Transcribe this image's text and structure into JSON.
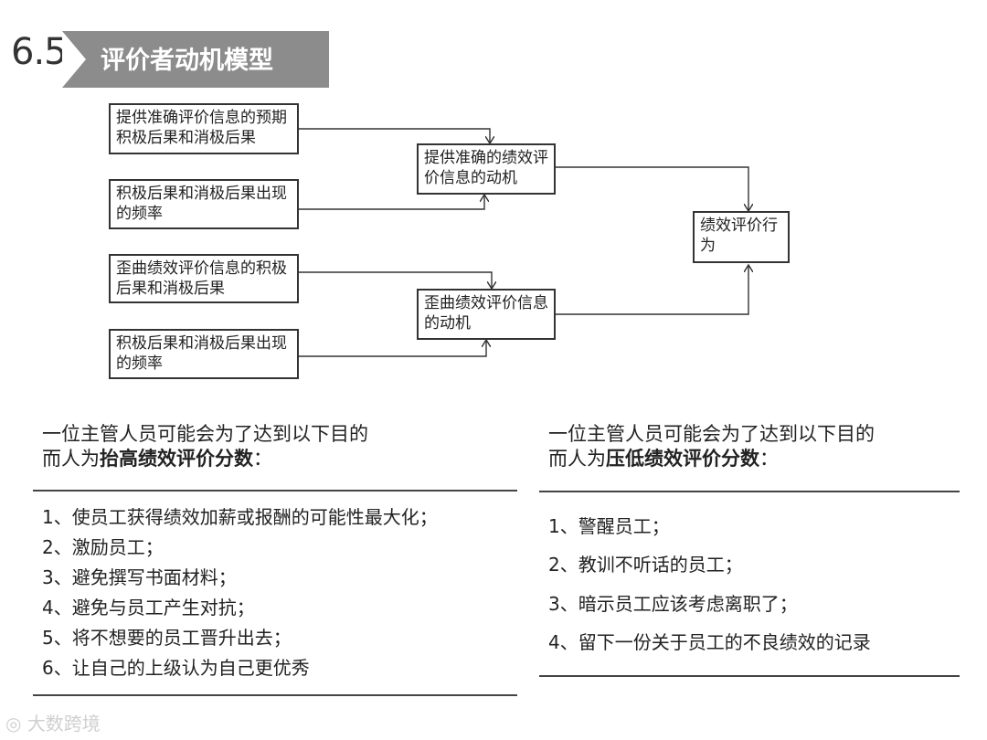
{
  "header": {
    "section_number": "6.5",
    "title": "评价者动机模型"
  },
  "diagram": {
    "nodes": [
      {
        "id": "n1",
        "text": "提供准确评价信息的预期积极后果和消极后果"
      },
      {
        "id": "n2",
        "text": "积极后果和消极后果出现的频率"
      },
      {
        "id": "n3",
        "text": "歪曲绩效评价信息的积极后果和消极后果"
      },
      {
        "id": "n4",
        "text": "积极后果和消极后果出现的频率"
      },
      {
        "id": "m1",
        "text": "提供准确的绩效评价信息的动机"
      },
      {
        "id": "m2",
        "text": "歪曲绩效评价信息的动机"
      },
      {
        "id": "out",
        "text": "绩效评价行为"
      }
    ],
    "edges": [
      {
        "from": "n1",
        "to": "m1"
      },
      {
        "from": "n2",
        "to": "m1"
      },
      {
        "from": "n3",
        "to": "m2"
      },
      {
        "from": "n4",
        "to": "m2"
      },
      {
        "from": "m1",
        "to": "out"
      },
      {
        "from": "m2",
        "to": "out"
      }
    ]
  },
  "left_column": {
    "intro": "一位主管人员可能会为了达到以下目的",
    "intro2": "而人为",
    "emphasis": "抬高绩效评价分数",
    "colon": "：",
    "items": [
      "1、使员工获得绩效加薪或报酬的可能性最大化；",
      "2、激励员工；",
      "3、避免撰写书面材料；",
      "4、避免与员工产生对抗；",
      "5、将不想要的员工晋升出去；",
      "6、让自己的上级认为自己更优秀"
    ]
  },
  "right_column": {
    "intro": "一位主管人员可能会为了达到以下目的",
    "intro2": "而人为",
    "emphasis": "压低绩效评价分数",
    "colon": "：",
    "items": [
      "1、警醒员工；",
      "2、教训不听话的员工；",
      "3、暗示员工应该考虑离职了；",
      "4、留下一份关于员工的不良绩效的记录"
    ]
  },
  "watermark": "大数跨境"
}
